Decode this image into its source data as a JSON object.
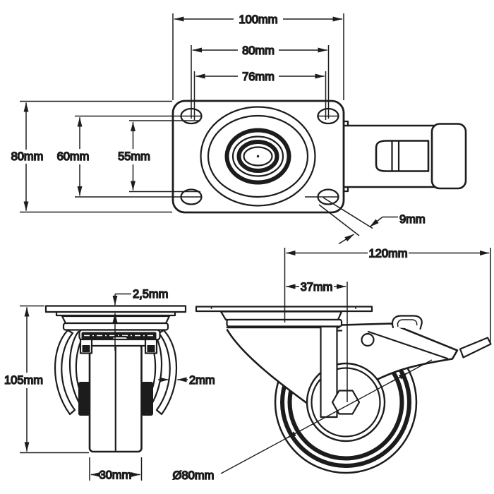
{
  "colors": {
    "ink": "#1c1c1c",
    "paper": "#ffffff"
  },
  "views": {
    "top": {
      "dims": {
        "overall_width": "100mm",
        "bolt_hole_spacing_x": "80mm",
        "slot_spacing_x": "76mm",
        "plate_depth": "80mm",
        "bolt_hole_spacing_y": "60mm",
        "slot_spacing_y": "55mm",
        "slot_width": "9mm"
      }
    },
    "front": {
      "dims": {
        "plate_thickness": "2,5mm",
        "overall_height": "105mm",
        "bracket_thickness": "2mm",
        "wheel_width": "30mm"
      }
    },
    "side": {
      "dims": {
        "overall_length": "120mm",
        "swivel_offset": "37mm",
        "wheel_diameter": "Ø80mm"
      }
    }
  }
}
